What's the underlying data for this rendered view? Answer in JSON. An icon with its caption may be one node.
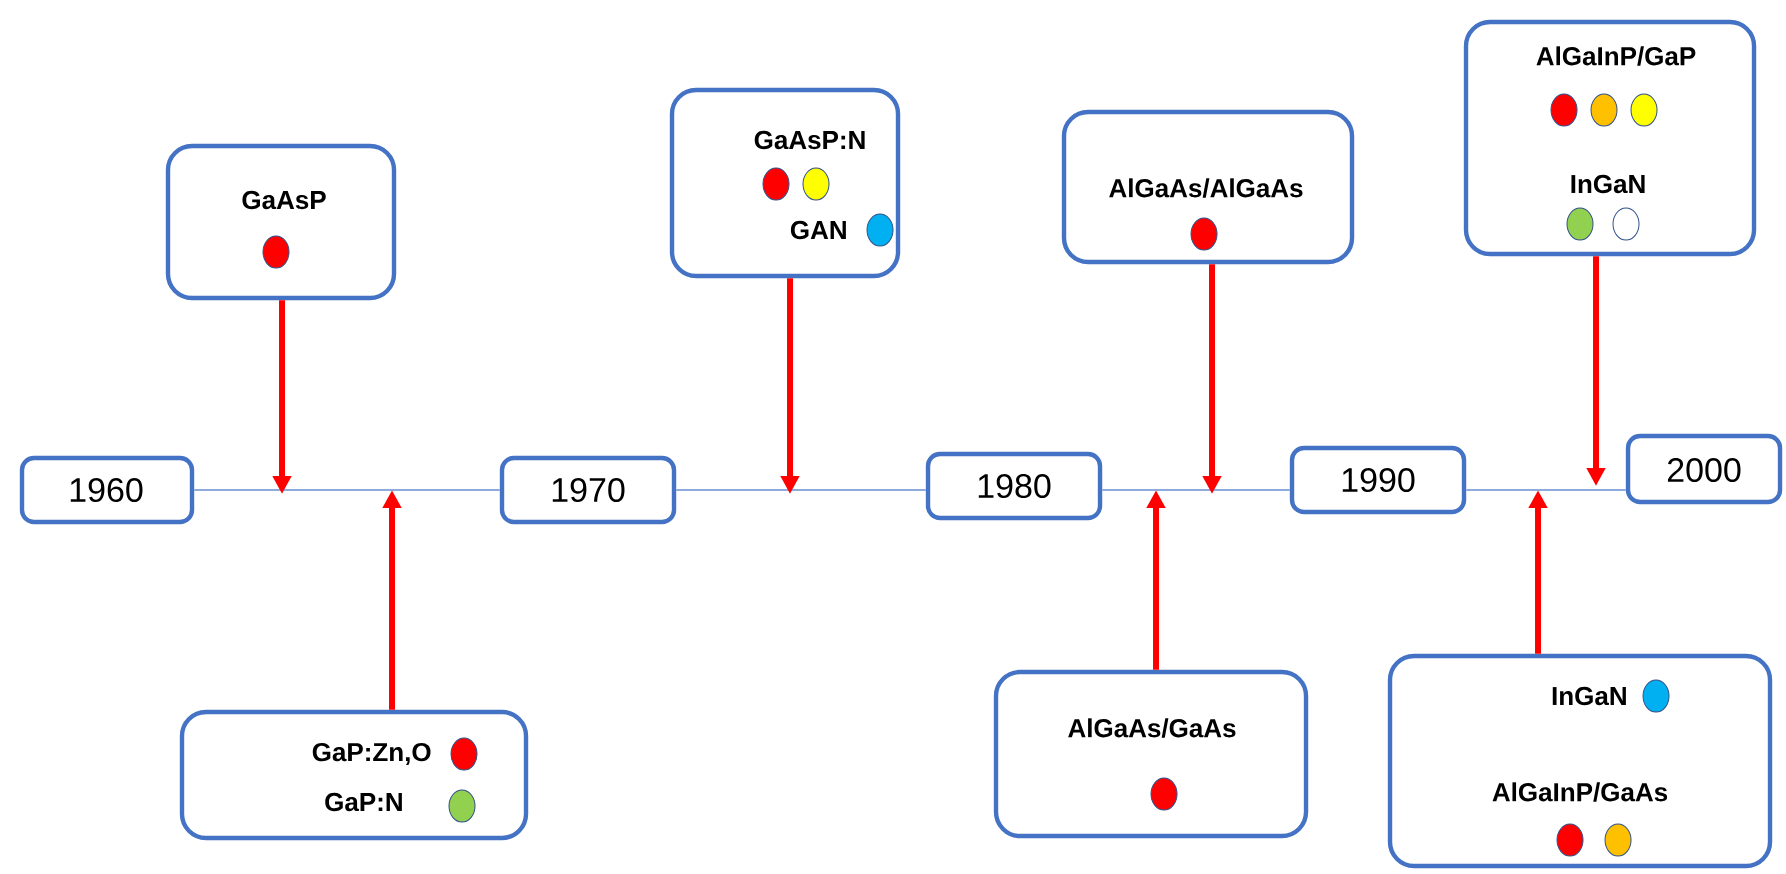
{
  "diagram": {
    "nodes": [
      {
        "text": [
          "1960"
        ]
      },
      {
        "text": [
          "1970"
        ]
      },
      {
        "text": [
          "1980"
        ]
      },
      {
        "text": [
          "1990"
        ]
      },
      {
        "text": [
          "2000"
        ]
      },
      {
        "text": [
          "GaAsP"
        ]
      },
      {
        "text": [
          "GaP:Zn,O",
          "GaP:N"
        ]
      },
      {
        "text": [
          "GaAsP:N",
          "GAN"
        ]
      },
      {
        "text": [
          "AlGaAs/AlGaAs"
        ]
      },
      {
        "text": [
          "AlGaAs/GaAs"
        ]
      },
      {
        "text": [
          "AlGaInP/GaP",
          "InGaN"
        ]
      },
      {
        "text": [
          "InGaN",
          "AlGaInP/GaAs"
        ]
      }
    ],
    "edges": [
      {
        "from": 0,
        "to": 1,
        "arrow": "none",
        "color": "#8faadc"
      },
      {
        "from": 1,
        "to": 2,
        "arrow": "none",
        "color": "#8faadc"
      },
      {
        "from": 2,
        "to": 3,
        "arrow": "none",
        "color": "#8faadc"
      },
      {
        "from": 3,
        "to": 4,
        "arrow": "none",
        "color": "#8faadc"
      },
      {
        "from": 5,
        "to": null,
        "arrow": "to"
      },
      {
        "from": 6,
        "to": null,
        "arrow": "to"
      },
      {
        "from": 7,
        "to": null,
        "arrow": "to"
      },
      {
        "from": 8,
        "to": null,
        "arrow": "to"
      },
      {
        "from": 9,
        "to": null,
        "arrow": "to"
      },
      {
        "from": 10,
        "to": null,
        "arrow": "to"
      },
      {
        "from": 11,
        "to": null,
        "arrow": "to"
      }
    ]
  }
}
